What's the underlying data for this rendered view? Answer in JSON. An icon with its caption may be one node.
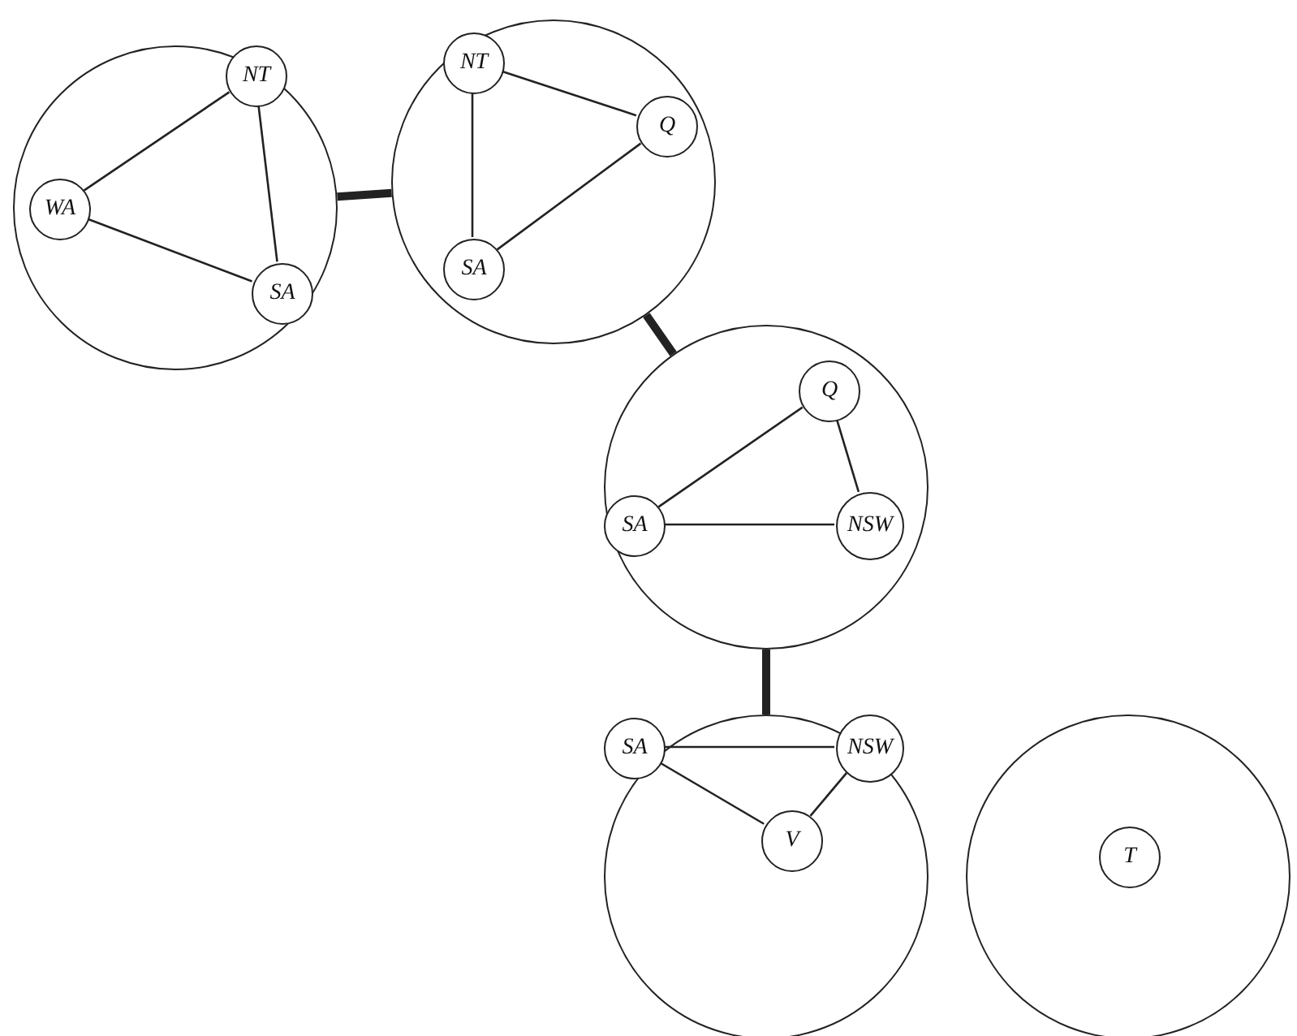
{
  "diagram": {
    "nodes": [
      {
        "text": [],
        "shape": "circle"
      },
      {
        "text": [
          "NT"
        ],
        "in": 0
      },
      {
        "text": [
          "WA"
        ],
        "in": 0
      },
      {
        "text": [
          "SA"
        ],
        "in": 0
      },
      {
        "text": [],
        "shape": "circle"
      },
      {
        "text": [
          "NT"
        ],
        "in": 4
      },
      {
        "text": [
          "Q"
        ],
        "in": 4
      },
      {
        "text": [
          "SA"
        ],
        "in": 4
      },
      {
        "text": [],
        "shape": "circle"
      },
      {
        "text": [
          "Q"
        ],
        "in": 8
      },
      {
        "text": [
          "SA"
        ],
        "in": 8
      },
      {
        "text": [
          "NSW"
        ],
        "in": 8
      },
      {
        "text": [],
        "shape": "circle"
      },
      {
        "text": [
          "SA"
        ],
        "in": 12
      },
      {
        "text": [
          "NSW"
        ],
        "in": 12
      },
      {
        "text": [
          "V"
        ],
        "in": 12
      },
      {
        "text": [],
        "shape": "circle"
      },
      {
        "text": [
          "T"
        ],
        "in": 16
      }
    ],
    "edges": [
      {
        "from": 1,
        "to": 2,
        "arrow": "none"
      },
      {
        "from": 2,
        "to": 3,
        "arrow": "none"
      },
      {
        "from": 1,
        "to": 3,
        "arrow": "none"
      },
      {
        "from": 5,
        "to": 6,
        "arrow": "none"
      },
      {
        "from": 5,
        "to": 7,
        "arrow": "none"
      },
      {
        "from": 7,
        "to": 6,
        "arrow": "none"
      },
      {
        "from": 10,
        "to": 9,
        "arrow": "none"
      },
      {
        "from": 9,
        "to": 11,
        "arrow": "none"
      },
      {
        "from": 10,
        "to": 11,
        "arrow": "none"
      },
      {
        "from": 13,
        "to": 14,
        "arrow": "none"
      },
      {
        "from": 13,
        "to": 15,
        "arrow": "none"
      },
      {
        "from": 14,
        "to": 15,
        "arrow": "none"
      },
      {
        "from": 0,
        "to": 4,
        "arrow": "none",
        "style": "thick"
      },
      {
        "from": 4,
        "to": 8,
        "arrow": "none",
        "style": "thick"
      },
      {
        "from": 8,
        "to": 12,
        "arrow": "none",
        "style": "thick"
      }
    ]
  }
}
